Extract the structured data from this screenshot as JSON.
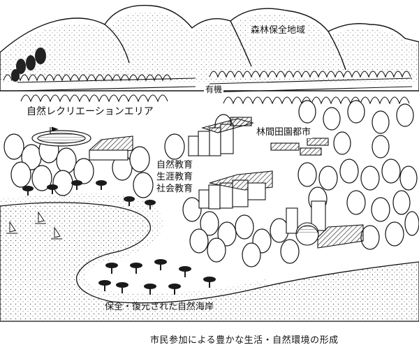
{
  "labels": {
    "forest_conservation": "森林保全地域",
    "organic": "有機",
    "nature_recreation": "自然レクリエーションエリア",
    "garden_city": "林間田園都市",
    "education_1": "自然教育",
    "education_2": "生涯教育",
    "education_3": "社会教育",
    "coast": "保全・復元された自然海岸"
  },
  "caption": "市民参加による豊かな生活・自然環境の形成"
}
